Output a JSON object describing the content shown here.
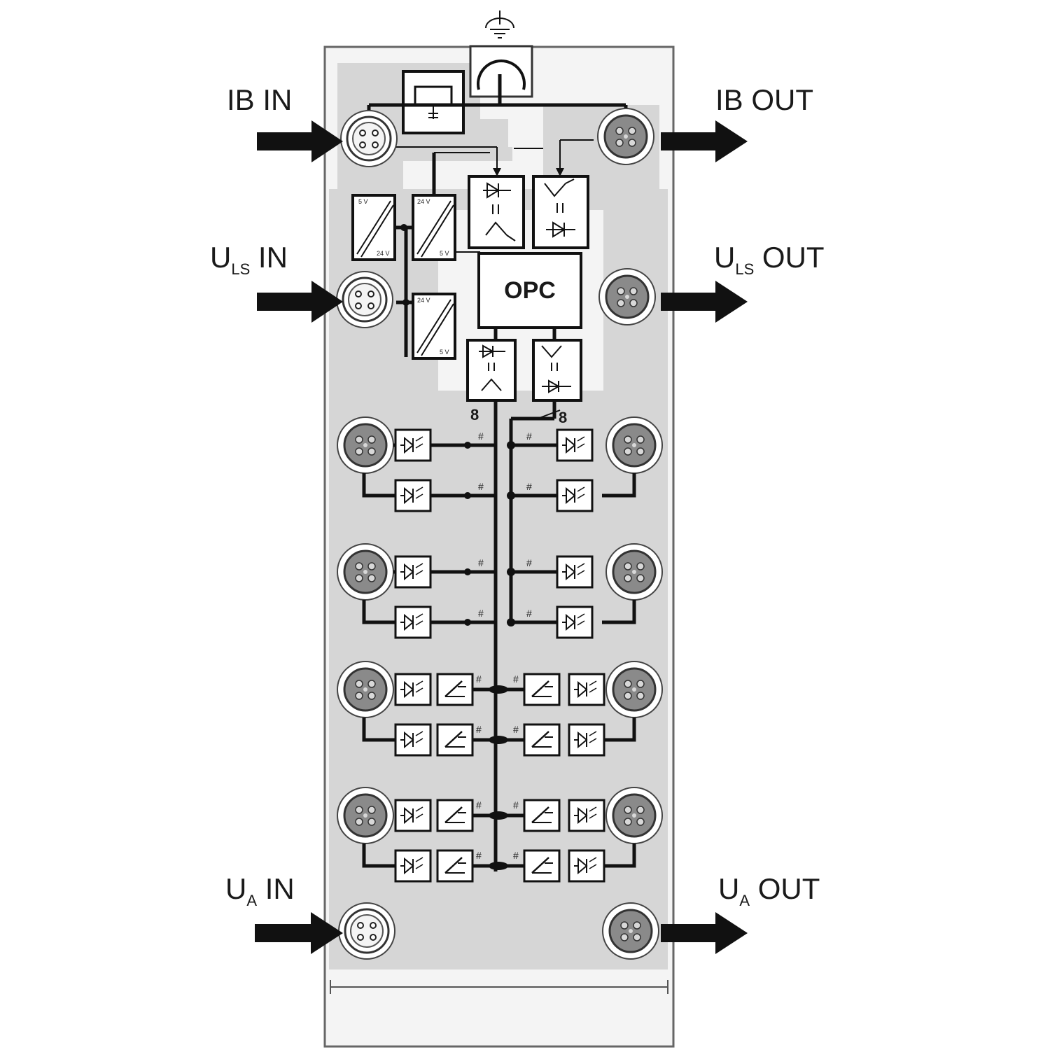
{
  "labels": {
    "ib_in": "IB IN",
    "ib_out": "IB OUT",
    "uls_in_main": "U",
    "uls_in_sub": "LS",
    "uls_in_suffix": " IN",
    "uls_out_main": "U",
    "uls_out_sub": "LS",
    "uls_out_suffix": " OUT",
    "ua_in_main": "U",
    "ua_in_sub": "A",
    "ua_in_suffix": " IN",
    "ua_out_main": "U",
    "ua_out_sub": "A",
    "ua_out_suffix": " OUT"
  },
  "blocks": {
    "opc": "OPC",
    "bus_width_left": "8",
    "bus_width_right": "8",
    "conv_top": "5 V",
    "conv_bottom": "24 V",
    "conv2_top": "24 V",
    "conv2_bottom": "5 V",
    "conv3_top": "24 V",
    "conv3_bottom": "5 V",
    "bus_mark": "#"
  },
  "colors": {
    "housing": "#f2f2f2",
    "panel": "#d6d6d6",
    "socket_gray": "#8a8a8a",
    "line": "#111111"
  }
}
